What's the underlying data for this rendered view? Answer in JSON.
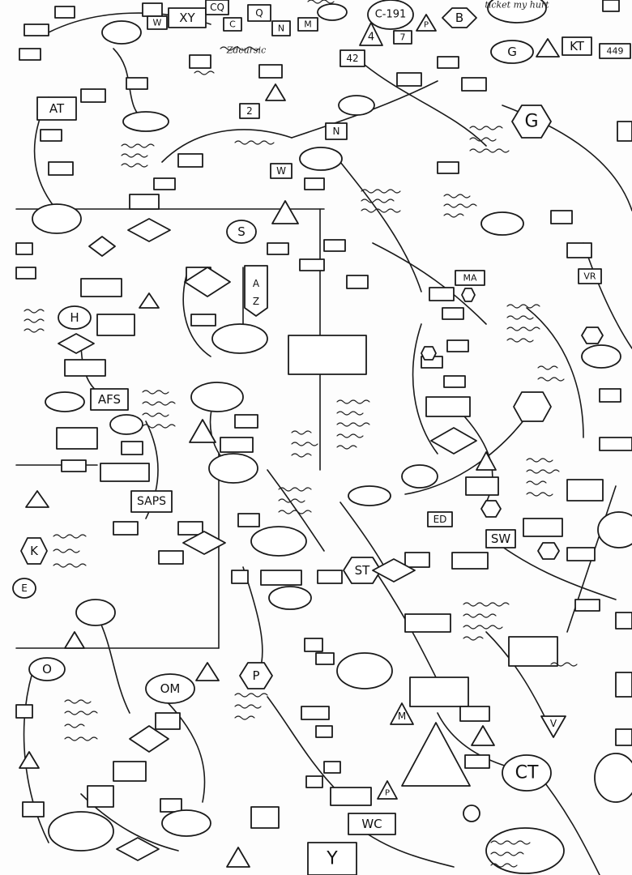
{
  "nodes": [
    {
      "id": "xy",
      "label": "XY"
    },
    {
      "id": "cq",
      "label": "CQ"
    },
    {
      "id": "c-top",
      "label": "C"
    },
    {
      "id": "q",
      "label": "Q"
    },
    {
      "id": "n-top",
      "label": "N"
    },
    {
      "id": "m-top",
      "label": "M"
    },
    {
      "id": "w-top",
      "label": "W"
    },
    {
      "id": "c191",
      "label": "C-191"
    },
    {
      "id": "four",
      "label": "4"
    },
    {
      "id": "seven",
      "label": "7"
    },
    {
      "id": "p-top",
      "label": "P"
    },
    {
      "id": "b-top",
      "label": "B"
    },
    {
      "id": "forty-two",
      "label": "42"
    },
    {
      "id": "g-top",
      "label": "G"
    },
    {
      "id": "kt",
      "label": "KT"
    },
    {
      "id": "k449",
      "label": "449"
    },
    {
      "id": "at",
      "label": "AT"
    },
    {
      "id": "two",
      "label": "2"
    },
    {
      "id": "n-mid",
      "label": "N"
    },
    {
      "id": "g-hex",
      "label": "G"
    },
    {
      "id": "w-mid",
      "label": "W"
    },
    {
      "id": "s-node",
      "label": "S"
    },
    {
      "id": "a-node",
      "label": "A"
    },
    {
      "id": "z-node",
      "label": "Z"
    },
    {
      "id": "h-node",
      "label": "H"
    },
    {
      "id": "afs",
      "label": "AFS"
    },
    {
      "id": "ma",
      "label": "MA"
    },
    {
      "id": "vr",
      "label": "VR"
    },
    {
      "id": "saps",
      "label": "SAPS"
    },
    {
      "id": "k-hex",
      "label": "K"
    },
    {
      "id": "ed",
      "label": "ED"
    },
    {
      "id": "sw",
      "label": "SW"
    },
    {
      "id": "st",
      "label": "ST"
    },
    {
      "id": "e-node",
      "label": "E"
    },
    {
      "id": "o-node",
      "label": "O"
    },
    {
      "id": "om",
      "label": "OM"
    },
    {
      "id": "p-hex",
      "label": "P"
    },
    {
      "id": "m-tri",
      "label": "M"
    },
    {
      "id": "v-tri",
      "label": "V"
    },
    {
      "id": "ct",
      "label": "CT"
    },
    {
      "id": "p-tri",
      "label": "P"
    },
    {
      "id": "wc",
      "label": "WC"
    },
    {
      "id": "y-node",
      "label": "Y"
    }
  ],
  "handwritten": {
    "top-note": "ticket my hurt",
    "summary": "Zdcursic"
  },
  "colors": {
    "ink": "#1a1a1a",
    "paper": "#fdfdfd"
  }
}
